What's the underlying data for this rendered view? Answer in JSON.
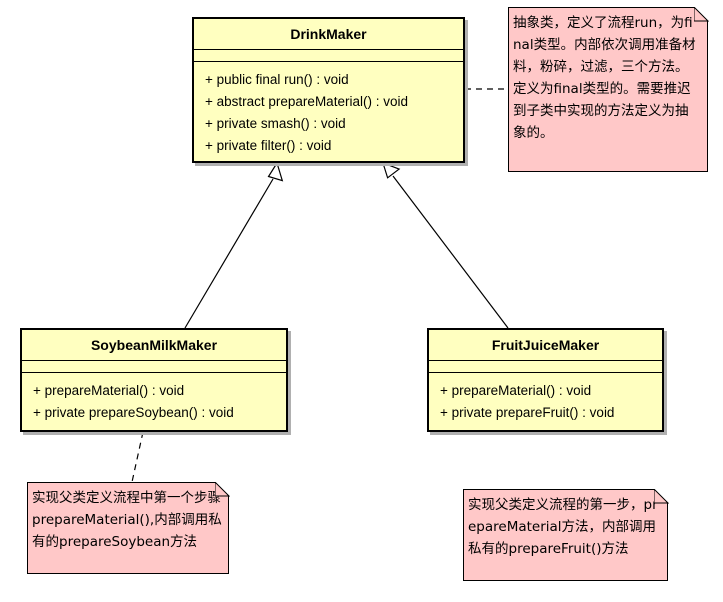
{
  "diagram": {
    "classes": {
      "drink_maker": {
        "name": "DrinkMaker",
        "operations": [
          "+ public final run() : void",
          "+ abstract prepareMaterial() : void",
          "+ private smash() : void",
          "+ private filter() : void"
        ]
      },
      "soybean_milk_maker": {
        "name": "SoybeanMilkMaker",
        "operations": [
          "+ prepareMaterial() : void",
          "+ private prepareSoybean() : void"
        ]
      },
      "fruit_juice_maker": {
        "name": "FruitJuiceMaker",
        "operations": [
          "+ prepareMaterial() : void",
          "+ private prepareFruit() : void"
        ]
      }
    },
    "notes": {
      "drink_maker_note": "抽象类，定义了流程run，为final类型。内部依次调用准备材料，粉碎，过滤，三个方法。定义为final类型的。需要推迟到子类中实现的方法定义为抽象的。",
      "soybean_note": "实现父类定义流程中第一个步骤prepareMaterial(),内部调用私有的prepareSoybean方法",
      "fruit_note": "实现父类定义流程的第一步，prepareMaterial方法，内部调用私有的prepareFruit()方法"
    },
    "relations": [
      {
        "from": "SoybeanMilkMaker",
        "to": "DrinkMaker",
        "type": "generalization"
      },
      {
        "from": "FruitJuiceMaker",
        "to": "DrinkMaker",
        "type": "generalization"
      }
    ],
    "colors": {
      "class_fill": "#ffffc0",
      "note_fill": "#ffc8c8",
      "line": "#000000"
    }
  }
}
